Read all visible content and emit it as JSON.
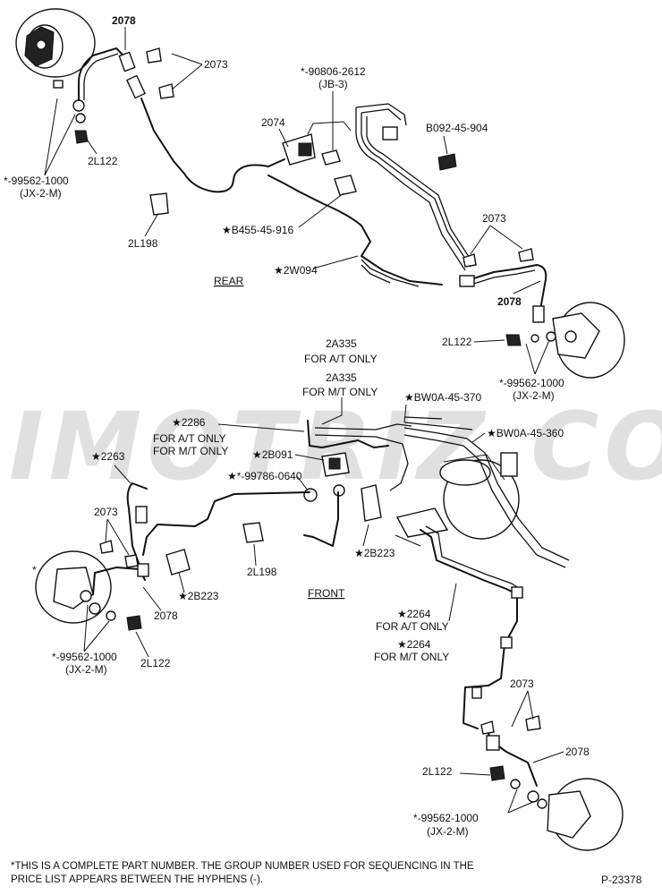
{
  "watermark": "IMOTRIZ.COM",
  "sections": {
    "rear": "REAR",
    "front": "FRONT"
  },
  "labels": {
    "rl_2078": "2078",
    "rl_2073": "2073",
    "rl_99562": "*-99562-1000",
    "rl_jx": "(JX-2-M)",
    "rl_2l122": "2L122",
    "rl_2l198": "2L198",
    "r_90806": "*-90806-2612",
    "r_jb3": "(JB-3)",
    "r_2074": "2074",
    "r_b092": "B092-45-904",
    "r_b455": "★B455-45-916",
    "r_2w094": "★2W094",
    "rr_2073": "2073",
    "rr_2078": "2078",
    "rr_2l122": "2L122",
    "rr_99562": "*-99562-1000",
    "rr_jx": "(JX-2-M)",
    "f_2a335_at": "2A335",
    "f_2a335_at_note": "FOR A/T ONLY",
    "f_2a335_mt": "2A335",
    "f_2a335_mt_note": "FOR M/T ONLY",
    "f_bw0a370": "★BW0A-45-370",
    "f_bw0a360": "★BW0A-45-360",
    "f_2286": "★2286",
    "f_2286_at": "FOR A/T ONLY",
    "f_2286_mt": "FOR M/T ONLY",
    "f_2b091": "★2B091",
    "f_99786": "★*-99786-0640",
    "f_2263": "★2263",
    "fl_2073": "2073",
    "f_2l198": "2L198",
    "f_2b223_left": "★2B223",
    "f_2b223_right": "★2B223",
    "fl_2078": "2078",
    "fl_99562": "*-99562-1000",
    "fl_jx": "(JX-2-M)",
    "fl_2l122": "2L122",
    "f_2264_at": "★2264",
    "f_2264_at_note": "FOR A/T ONLY",
    "f_2264_mt": "★2264",
    "f_2264_mt_note": "FOR M/T ONLY",
    "fr_2073": "2073",
    "fr_2078": "2078",
    "fr_2l122": "2L122",
    "fr_99562": "*-99562-1000",
    "fr_jx": "(JX-2-M)",
    "fl_star": "*"
  },
  "footnote": {
    "line1": "*THIS IS A COMPLETE PART NUMBER. THE GROUP NUMBER USED FOR SEQUENCING IN THE",
    "line2": "PRICE LIST APPEARS BETWEEN THE HYPHENS (-)."
  },
  "figure_id": "P-23378"
}
